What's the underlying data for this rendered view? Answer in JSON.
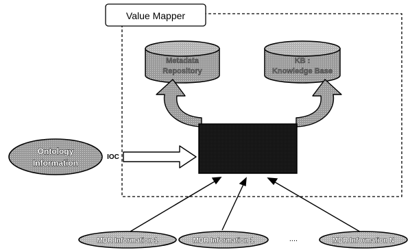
{
  "diagram": {
    "title": "Value Mapper",
    "stores": {
      "repository": {
        "line1": "Metadata",
        "line2": "Repository"
      },
      "knowledge_base": {
        "line1": "KB :",
        "line2": "Knowledge Base"
      }
    },
    "ontology": {
      "line1": "Ontology",
      "line2": "Information"
    },
    "connector_label": "IOC",
    "mdr_sources": [
      "MDR Information 1",
      "MDR Information 1",
      "MDR Information N"
    ],
    "ellipsis": "....",
    "colors": {
      "stroke": "#000000",
      "cylinder_fill": "#8f8f8f",
      "cylinder_top": "#b8b8b8",
      "processor_fill": "#0a0a0a",
      "ellipse_fill": "#a9a9a9"
    }
  }
}
